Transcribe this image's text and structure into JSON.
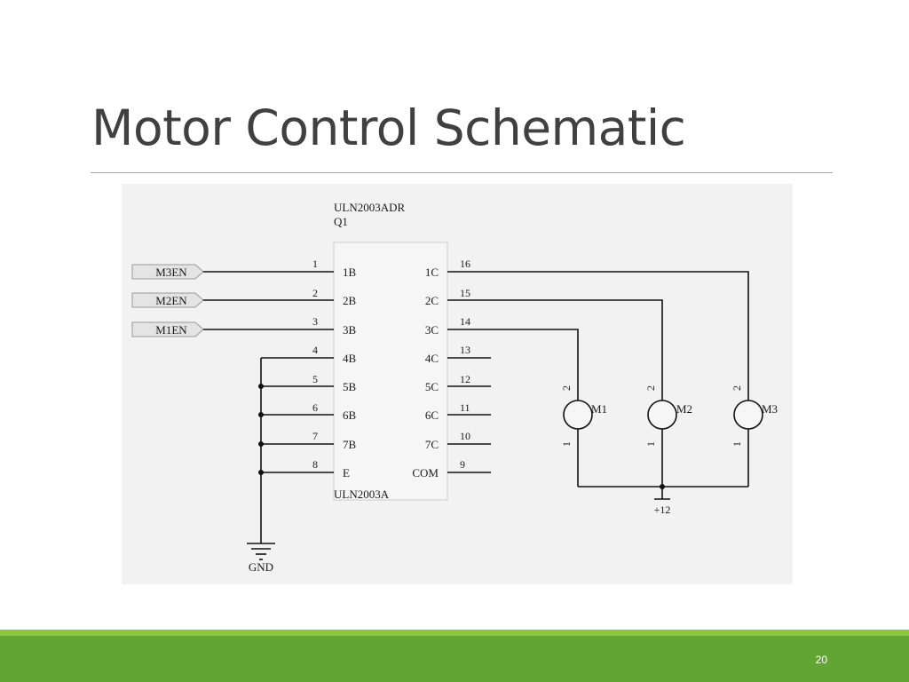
{
  "slide": {
    "title": "Motor Control Schematic",
    "page_number": "20",
    "footer_colors": {
      "accent_light": "#8cc63f",
      "accent_dark": "#61a535"
    }
  },
  "schematic": {
    "chip": {
      "part_number": "ULN2003ADR",
      "designator": "Q1",
      "footer_label": "ULN2003A",
      "left_pins": [
        {
          "number": "1",
          "name": "1B"
        },
        {
          "number": "2",
          "name": "2B"
        },
        {
          "number": "3",
          "name": "3B"
        },
        {
          "number": "4",
          "name": "4B"
        },
        {
          "number": "5",
          "name": "5B"
        },
        {
          "number": "6",
          "name": "6B"
        },
        {
          "number": "7",
          "name": "7B"
        },
        {
          "number": "8",
          "name": "E"
        }
      ],
      "right_pins": [
        {
          "number": "16",
          "name": "1C"
        },
        {
          "number": "15",
          "name": "2C"
        },
        {
          "number": "14",
          "name": "3C"
        },
        {
          "number": "13",
          "name": "4C"
        },
        {
          "number": "12",
          "name": "5C"
        },
        {
          "number": "11",
          "name": "6C"
        },
        {
          "number": "10",
          "name": "7C"
        },
        {
          "number": "9",
          "name": "COM"
        }
      ]
    },
    "net_labels": [
      "M3EN",
      "M2EN",
      "M1EN"
    ],
    "motors": [
      {
        "name": "M1",
        "pin_top": "2",
        "pin_bottom": "1"
      },
      {
        "name": "M2",
        "pin_top": "2",
        "pin_bottom": "1"
      },
      {
        "name": "M3",
        "pin_top": "2",
        "pin_bottom": "1"
      }
    ],
    "ground_label": "GND",
    "supply_label": "+12"
  }
}
